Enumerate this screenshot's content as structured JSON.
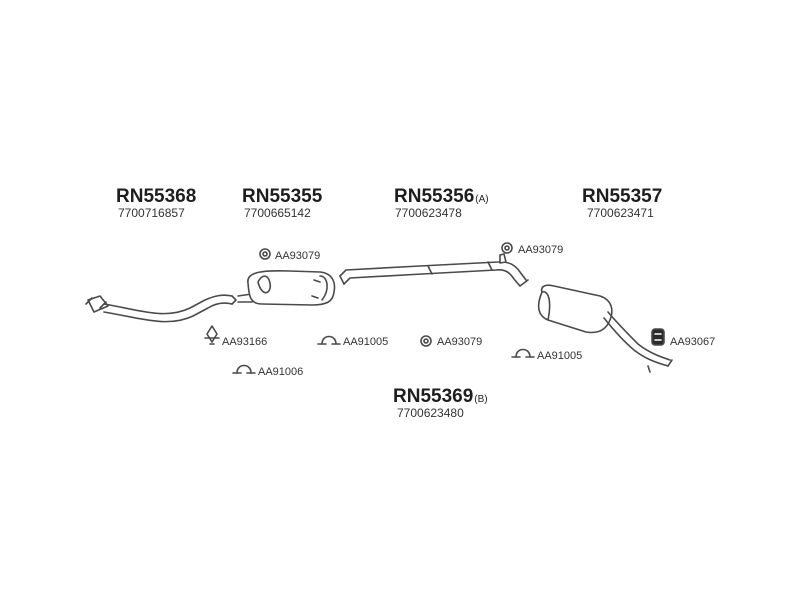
{
  "parts": [
    {
      "code": "RN55368",
      "suffix": "",
      "number": "7700716857"
    },
    {
      "code": "RN55355",
      "suffix": "",
      "number": "7700665142"
    },
    {
      "code": "RN55356",
      "suffix": "(A)",
      "number": "7700623478"
    },
    {
      "code": "RN55357",
      "suffix": "",
      "number": "7700623471"
    },
    {
      "code": "RN55369",
      "suffix": "(B)",
      "number": "7700623480"
    }
  ],
  "accessories": [
    {
      "code": "AA93079",
      "icon": "ring-gasket-icon"
    },
    {
      "code": "AA93079",
      "icon": "ring-gasket-icon"
    },
    {
      "code": "AA93166",
      "icon": "bracket-clamp-icon"
    },
    {
      "code": "AA91005",
      "icon": "u-clamp-icon"
    },
    {
      "code": "AA93079",
      "icon": "ring-gasket-icon"
    },
    {
      "code": "AA91005",
      "icon": "u-clamp-icon"
    },
    {
      "code": "AA91006",
      "icon": "u-clamp-icon"
    },
    {
      "code": "AA93067",
      "icon": "rubber-hanger-icon"
    }
  ],
  "colors": {
    "line": "#4a4a4a",
    "fill": "#ffffff",
    "text": "#222222"
  }
}
